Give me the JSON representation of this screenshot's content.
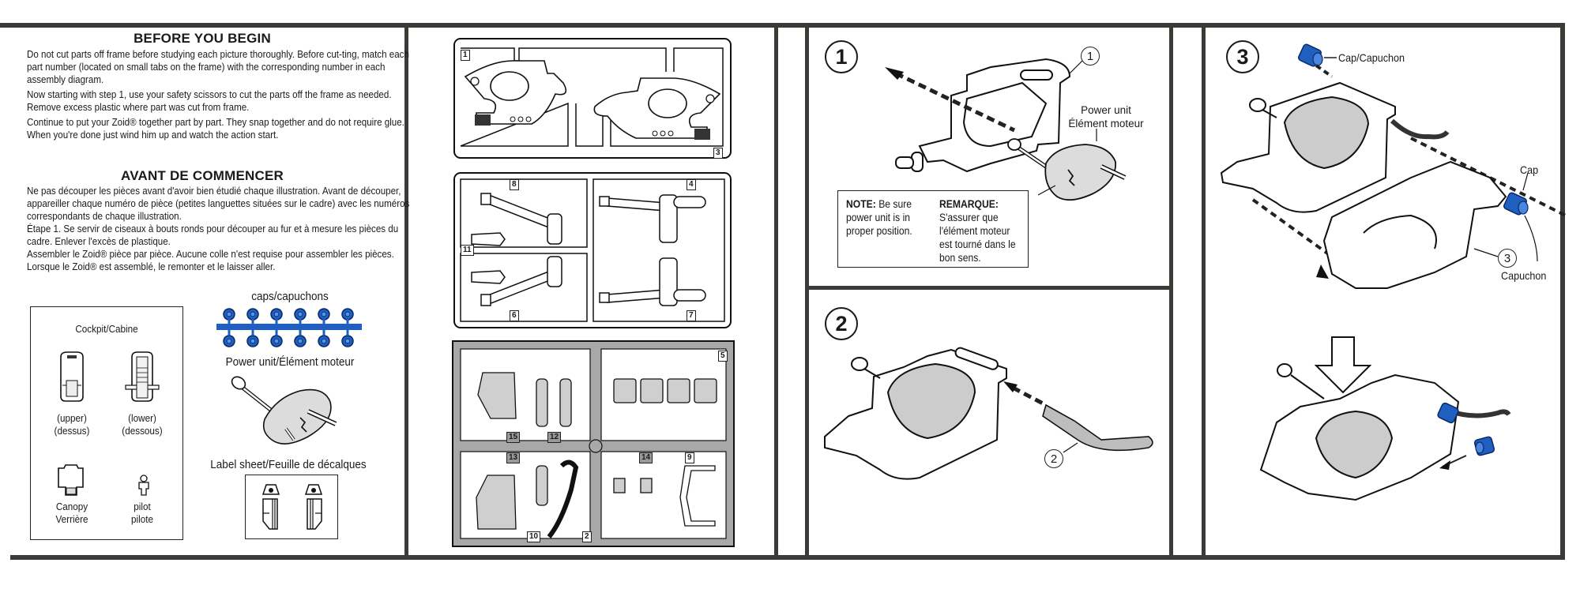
{
  "instructions": {
    "before_you_begin": {
      "heading": "BEFORE YOU BEGIN",
      "paragraphs": [
        "Do not cut parts off frame before studying each picture thoroughly. Before cut-ting, match each part number (located on small tabs on the frame) with the corresponding number in each assembly diagram.",
        "Now starting with step 1, use your safety scissors to cut the parts off the frame as needed. Remove excess plastic where part was cut from frame.",
        "Continue to put your Zoid® together part by part. They snap together and do not require glue. When you're done just wind him up and watch the action start."
      ]
    },
    "avant_de_commencer": {
      "heading": "AVANT DE COMMENCER",
      "paragraphs": [
        "Ne pas découper les pièces avant d'avoir bien étudié chaque illustration. Avant de découper, appareiller chaque numéro de pièce (petites languettes situées sur le cadre) avec les numéros correspondants de chaque illustration.",
        "Étape 1. Se servir de ciseaux à bouts ronds pour découper au fur et à mesure les pièces du cadre. Enlever l'excès de plastique.",
        "Assembler le Zoid® pièce par pièce. Aucune colle n'est requise pour assembler les pièces. Lorsque le Zoid® est assemblé, le remonter et le laisser aller."
      ]
    },
    "cockpit_box": {
      "title": "Cockpit/Cabine",
      "items": [
        {
          "label_en": "(upper)",
          "label_fr": "(dessus)"
        },
        {
          "label_en": "(lower)",
          "label_fr": "(dessous)"
        },
        {
          "label_en": "Canopy",
          "label_fr": "Verrière"
        },
        {
          "label_en": "pilot",
          "label_fr": "pilote"
        }
      ]
    },
    "caps_label": "caps/capuchons",
    "caps_count": 12,
    "power_unit_label": "Power unit/Élément moteur",
    "label_sheet_label": "Label sheet/Feuille de décalques"
  },
  "sprues": {
    "sprue_a": {
      "part_numbers": [
        "1",
        "3"
      ]
    },
    "sprue_b": {
      "part_numbers": [
        "8",
        "4",
        "11",
        "6",
        "7"
      ]
    },
    "sprue_c": {
      "part_numbers": [
        "5",
        "15",
        "12",
        "13",
        "14",
        "9",
        "10",
        "2"
      ]
    }
  },
  "steps": [
    {
      "number": "1",
      "callout": "1",
      "part_label_en": "Power unit",
      "part_label_fr": "Élément moteur",
      "note": {
        "en_heading": "NOTE:",
        "en_text": "Be sure power unit is in proper position.",
        "fr_heading": "REMARQUE:",
        "fr_text": "S'assurer que l'élément moteur est tourné dans le bon sens."
      }
    },
    {
      "number": "2",
      "callout": "2"
    },
    {
      "number": "3",
      "callout": "3",
      "cap_label_top": "Cap/Capuchon",
      "cap_label_right": "Cap",
      "capuchon_label": "Capuchon"
    }
  ],
  "colors": {
    "frame": "#3a3a36",
    "cap_blue": "#1f5fc0",
    "sprue_gray": "#a8a8a8",
    "part_gray": "#cfcfcf"
  }
}
